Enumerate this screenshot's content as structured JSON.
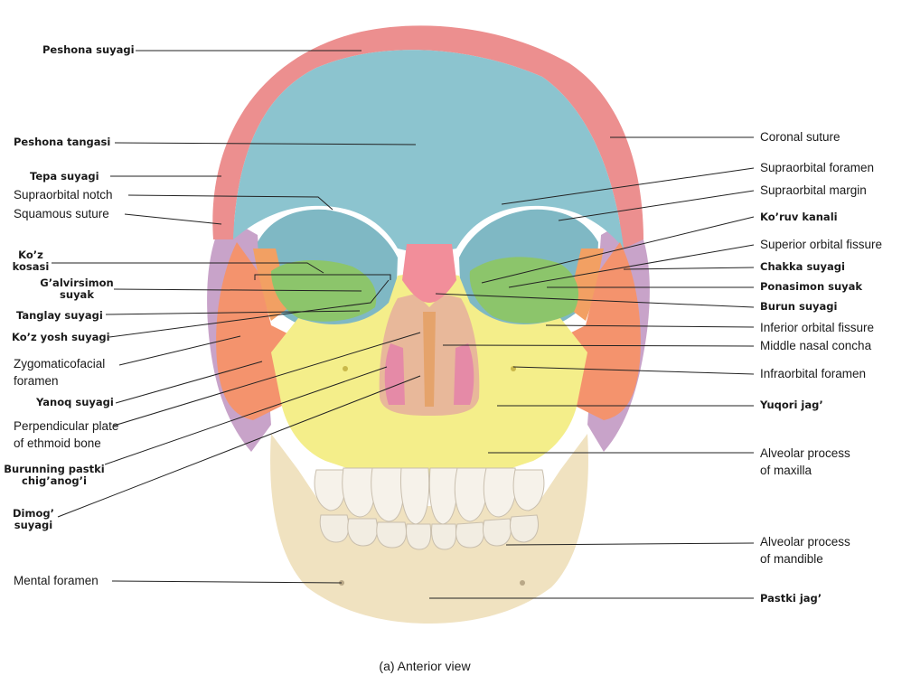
{
  "caption": "(a) Anterior view",
  "colors": {
    "frontal": "#8cc4cf",
    "parietal": "#ec8f8f",
    "temporal": "#c8a3c9",
    "sphenoid": "#f2a063",
    "zygomatic": "#f4936d",
    "maxilla": "#f4ee8a",
    "mandible": "#f0e2c0",
    "ethmoid": "#8cc56b",
    "nasal": "#f28e9a",
    "vomer": "#e5a36b",
    "teeth": "#f6f2ea",
    "leader": "#222222"
  },
  "labels_left": [
    {
      "text": "Peshona suyagi",
      "bold": true
    },
    {
      "text": "Peshona tangasi",
      "bold": true
    },
    {
      "text": "Tepa suyagi",
      "bold": true
    },
    {
      "text": "Supraorbital notch",
      "bold": false
    },
    {
      "text": "Squamous suture",
      "bold": false
    },
    {
      "text": "Ko’z\nkosasi",
      "bold": true
    },
    {
      "text": "G’alvirsimon\nsuyak",
      "bold": true
    },
    {
      "text": "Tanglay suyagi",
      "bold": true
    },
    {
      "text": "Ko’z yosh suyagi",
      "bold": true
    },
    {
      "text": "Zygomaticofacial\nforamen",
      "bold": false
    },
    {
      "text": "Yanoq suyagi",
      "bold": true
    },
    {
      "text": "Perpendicular plate\nof ethmoid bone",
      "bold": false
    },
    {
      "text": "Burunning pastki\nchig’anog’i",
      "bold": true
    },
    {
      "text": "Dimog’\nsuyagi",
      "bold": true
    },
    {
      "text": "Mental foramen",
      "bold": false
    }
  ],
  "labels_right": [
    {
      "text": "Coronal suture",
      "bold": false
    },
    {
      "text": "Supraorbital foramen",
      "bold": false
    },
    {
      "text": "Supraorbital margin",
      "bold": false
    },
    {
      "text": "Ko’ruv kanali",
      "bold": true
    },
    {
      "text": "Superior orbital fissure",
      "bold": false
    },
    {
      "text": "Chakka suyagi",
      "bold": true
    },
    {
      "text": "Ponasimon suyak",
      "bold": true
    },
    {
      "text": "Burun suyagi",
      "bold": true
    },
    {
      "text": "Inferior orbital fissure",
      "bold": false
    },
    {
      "text": "Middle nasal concha",
      "bold": false
    },
    {
      "text": "Infraorbital foramen",
      "bold": false
    },
    {
      "text": "Yuqori jag’",
      "bold": true
    },
    {
      "text": "Alveolar process\nof maxilla",
      "bold": false
    },
    {
      "text": "Alveolar process\nof mandible",
      "bold": false
    },
    {
      "text": "Pastki jag’",
      "bold": true
    }
  ]
}
